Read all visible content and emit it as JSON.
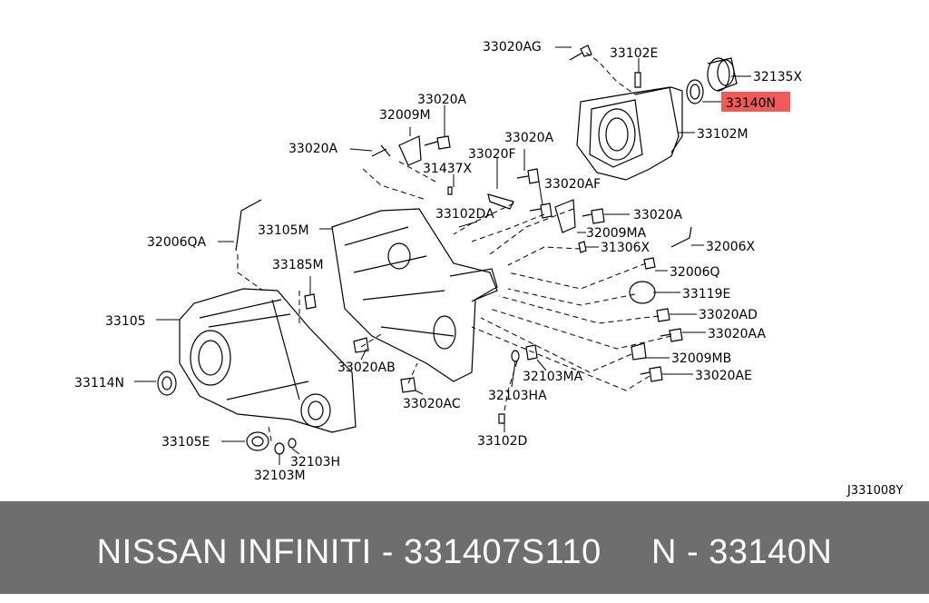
{
  "diagram": {
    "code": "J331008Y",
    "highlight_color": "#f25a5a",
    "labels": {
      "l33020AG": "33020AG",
      "l33102E": "33102E",
      "l32135X": "32135X",
      "l33140N": "33140N",
      "l33020A_1": "33020A",
      "l32009M": "32009M",
      "l33102M": "33102M",
      "l33020A_2": "33020A",
      "l33020F": "33020F",
      "l33020A_3": "33020A",
      "l31437X": "31437X",
      "l33020AF": "33020AF",
      "l33102DA": "33102DA",
      "l33020A_4": "33020A",
      "l33105M": "33105M",
      "l32009MA": "32009MA",
      "l32006QA": "32006QA",
      "l31306X": "31306X",
      "l32006X": "32006X",
      "l32006Q": "32006Q",
      "l33185M": "33185M",
      "l33119E": "33119E",
      "l33020AD": "33020AD",
      "l33105": "33105",
      "l33020AA": "33020AA",
      "l32009MB": "32009MB",
      "l33020AB": "33020AB",
      "l32103MA": "32103MA",
      "l33020AE": "33020AE",
      "l33114N": "33114N",
      "l32103HA": "32103HA",
      "l33020AC": "33020AC",
      "l33105E": "33105E",
      "l33102D": "33102D",
      "l32103H": "32103H",
      "l32103M": "32103M"
    }
  },
  "footer": {
    "brand": "NISSAN INFINITI",
    "separator": " - ",
    "oem_number": "331407S110",
    "gap": "     ",
    "part_prefix": "N - ",
    "part_number": "33140N"
  },
  "colors": {
    "footer_bg": "#6e6e6e",
    "footer_text": "#ffffff"
  }
}
